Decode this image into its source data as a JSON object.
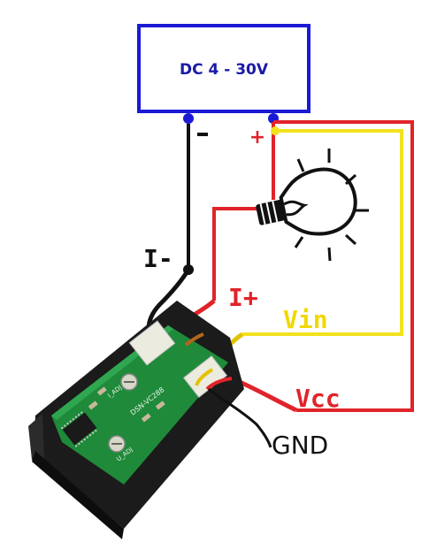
{
  "supply": {
    "label": "DC 4 - 30V",
    "minus": "-",
    "plus": "+"
  },
  "labels": {
    "i_minus": "I-",
    "i_plus": "I+",
    "vin": "Vin",
    "vcc": "Vcc",
    "gnd": "GND"
  },
  "pcb": {
    "model": "DSN-VC288",
    "adj_i": "I_ADJ",
    "adj_u": "U_ADJ"
  },
  "colors": {
    "supply_border": "#1a1ad6",
    "supply_text": "#1a1aa8",
    "red_wire": "#e0242a",
    "yellow_wire": "#f2e21e",
    "black_wire": "#111111",
    "pcb": "#1f8a3a",
    "vin_text": "#f0d800",
    "vcc_text": "#e0242a"
  }
}
